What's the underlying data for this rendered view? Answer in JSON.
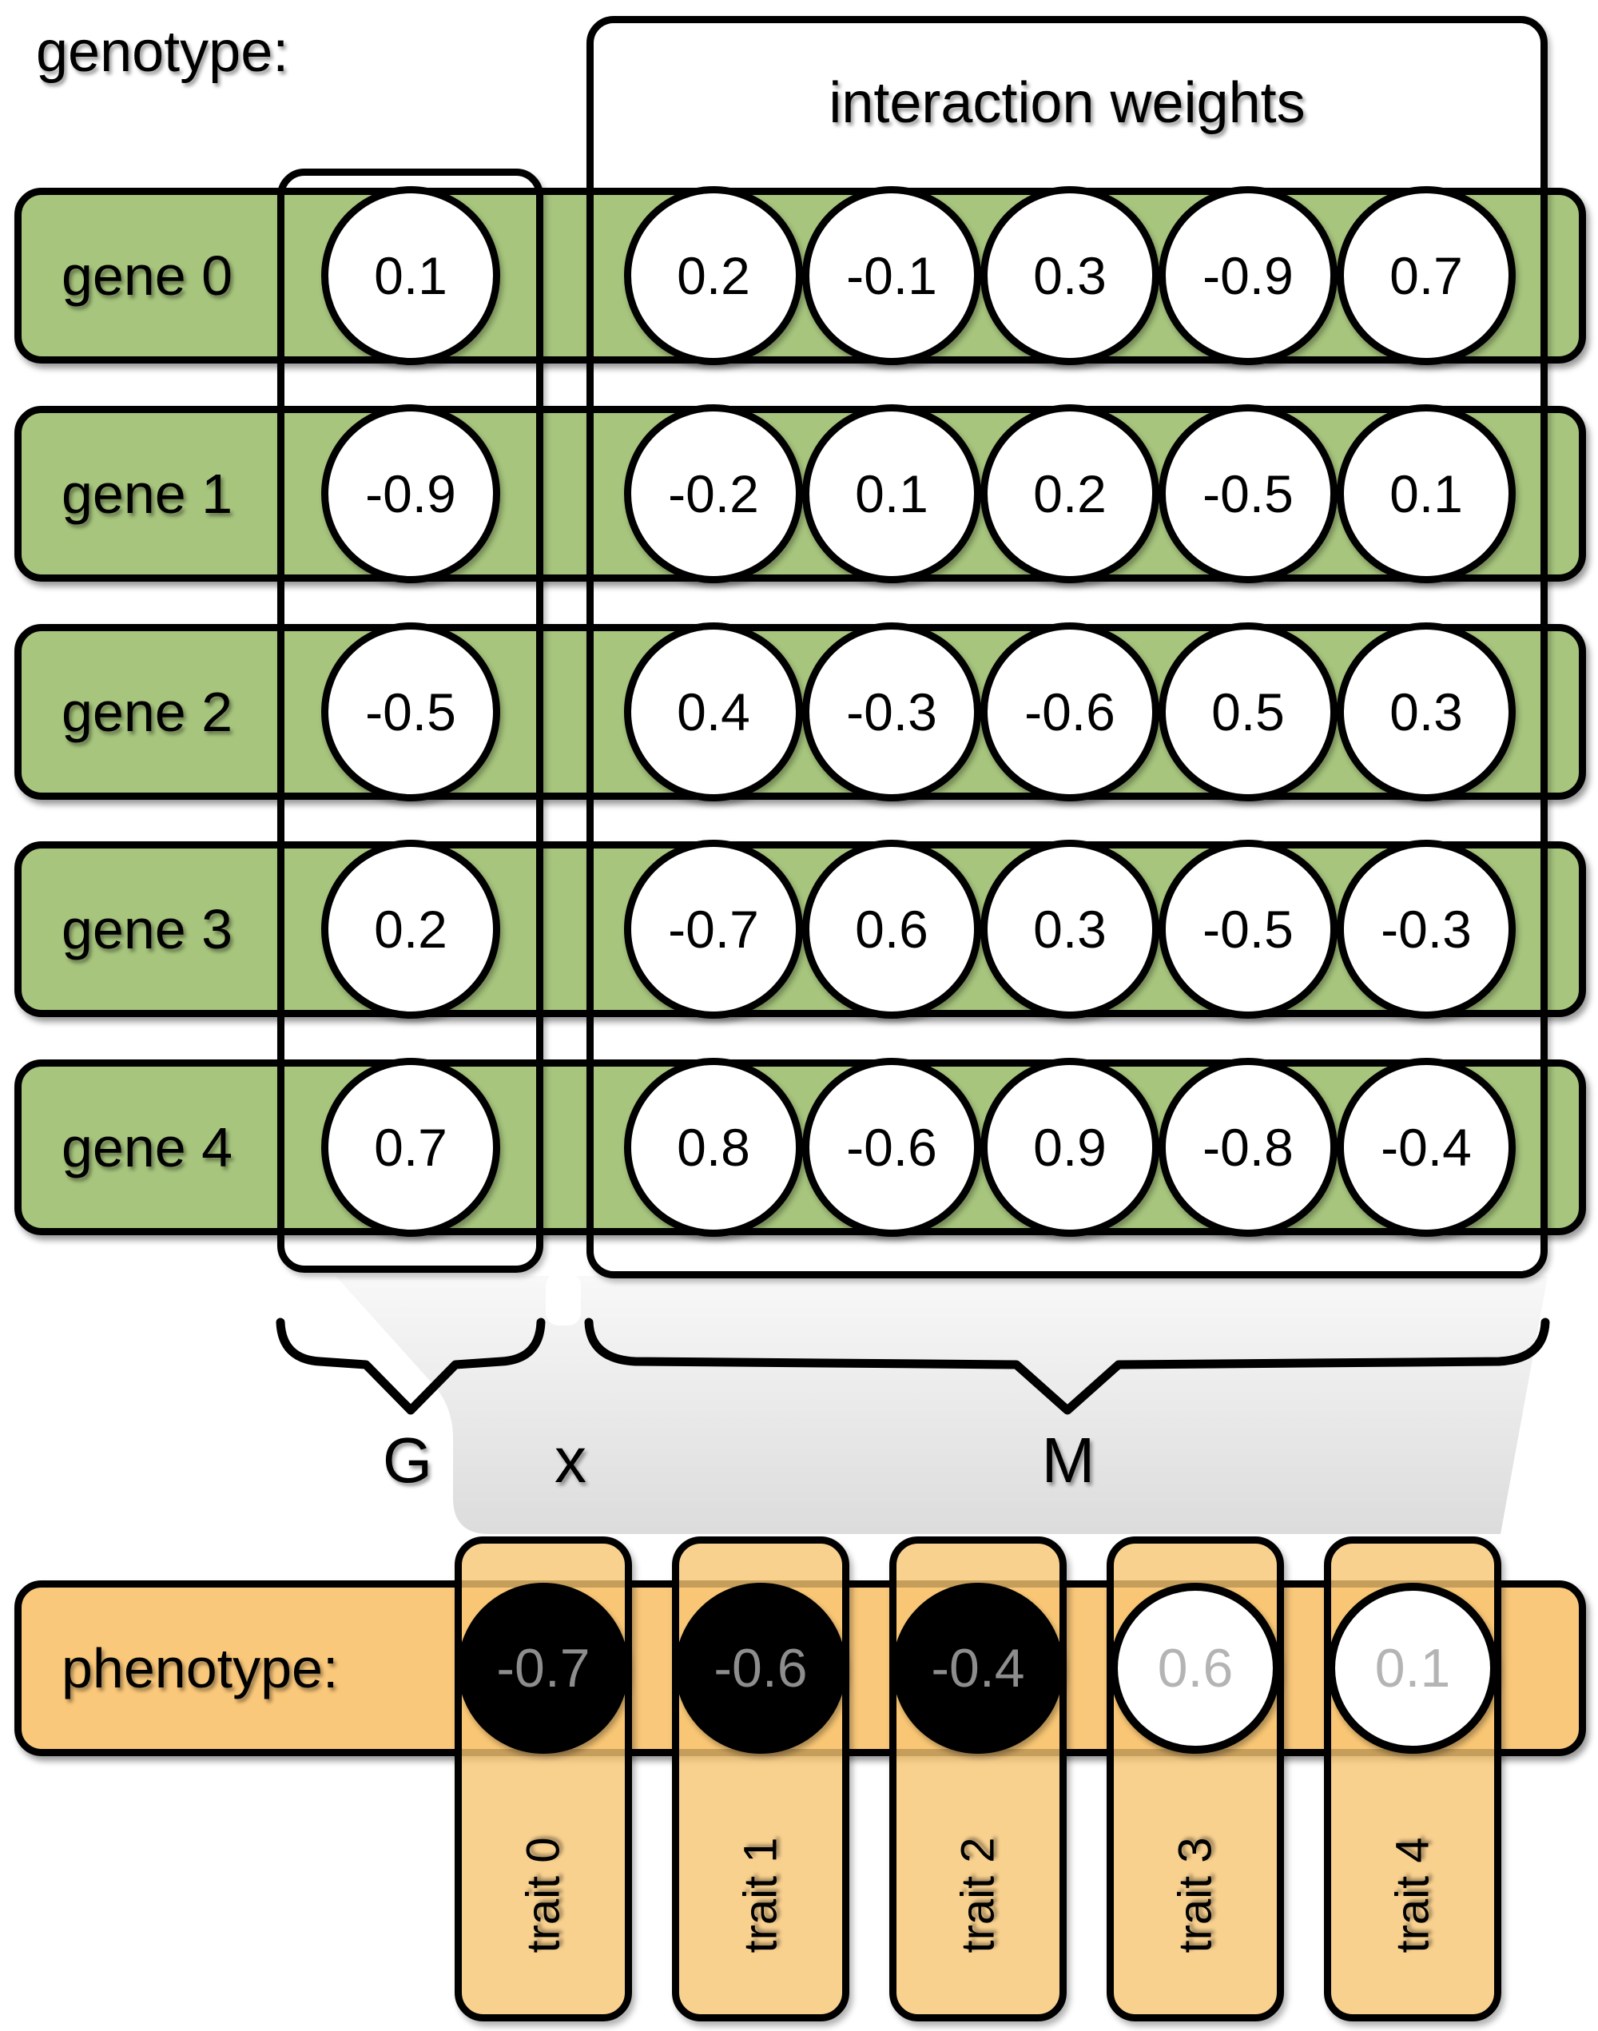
{
  "header": {
    "genotype_label": "genotype:",
    "interaction_weights_label": "interaction weights"
  },
  "genes": [
    {
      "label": "gene 0",
      "g": "0.1",
      "weights": [
        "0.2",
        "-0.1",
        "0.3",
        "-0.9",
        "0.7"
      ]
    },
    {
      "label": "gene 1",
      "g": "-0.9",
      "weights": [
        "-0.2",
        "0.1",
        "0.2",
        "-0.5",
        "0.1"
      ]
    },
    {
      "label": "gene 2",
      "g": "-0.5",
      "weights": [
        "0.4",
        "-0.3",
        "-0.6",
        "0.5",
        "0.3"
      ]
    },
    {
      "label": "gene 3",
      "g": "0.2",
      "weights": [
        "-0.7",
        "0.6",
        "0.3",
        "-0.5",
        "-0.3"
      ]
    },
    {
      "label": "gene 4",
      "g": "0.7",
      "weights": [
        "0.8",
        "-0.6",
        "0.9",
        "-0.8",
        "-0.4"
      ]
    }
  ],
  "operation": {
    "g_label": "G",
    "times_label": "x",
    "m_label": "M"
  },
  "phenotype": {
    "label": "phenotype:",
    "values": [
      {
        "value": "-0.7",
        "filled": "black"
      },
      {
        "value": "-0.6",
        "filled": "black"
      },
      {
        "value": "-0.4",
        "filled": "black"
      },
      {
        "value": "0.6",
        "filled": "white"
      },
      {
        "value": "0.1",
        "filled": "white"
      }
    ],
    "traits": [
      "trait 0",
      "trait 1",
      "trait 2",
      "trait 3",
      "trait 4"
    ]
  },
  "colors": {
    "gene_row_green": "#a7c57d",
    "phenotype_orange": "#fac87a",
    "trait_column_orange": "rgba(248,197,115,0.80)",
    "flow_gray_top": "#f8f8f8",
    "flow_gray_bottom": "#dcdcdc",
    "dark_circle_text": "#8d8d8d",
    "light_circle_text": "#b4b4b4",
    "outline": "#000000"
  }
}
